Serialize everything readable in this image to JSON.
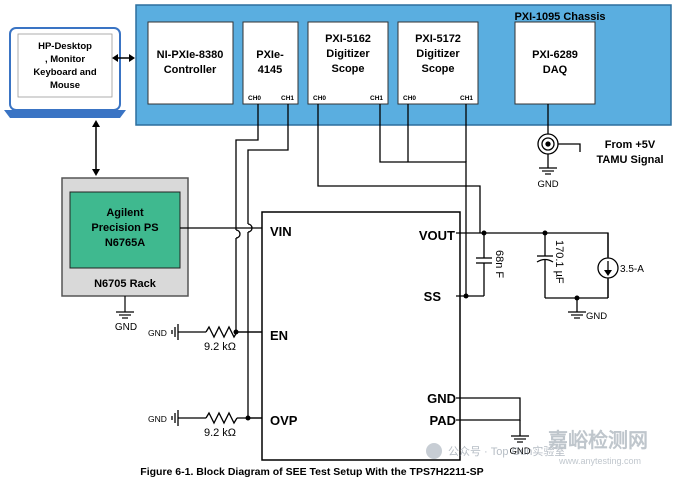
{
  "chassis": {
    "title": "PXI-1095 Chassis",
    "modules": [
      {
        "id": "controller",
        "lines": [
          "NI-PXIe-8380",
          "Controller"
        ],
        "channels": []
      },
      {
        "id": "pxie4145",
        "lines": [
          "PXIe-",
          "4145"
        ],
        "channels": [
          "CH0",
          "CH1"
        ]
      },
      {
        "id": "pxi5162",
        "lines": [
          "PXI-5162",
          "Digitizer",
          "Scope"
        ],
        "channels": [
          "CH0",
          "CH1"
        ]
      },
      {
        "id": "pxi5172",
        "lines": [
          "PXI-5172",
          "Digitizer",
          "Scope"
        ],
        "channels": [
          "CH0",
          "CH1"
        ]
      },
      {
        "id": "pxi6289",
        "lines": [
          "PXI-6289",
          "DAQ"
        ],
        "channels": []
      }
    ]
  },
  "laptop": {
    "lines": [
      "HP-Desktop",
      ", Monitor",
      "Keyboard and",
      "Mouse"
    ]
  },
  "rack": {
    "title": "N6705 Rack",
    "supply_lines": [
      "Agilent",
      "Precision PS",
      "N6765A"
    ]
  },
  "dut": {
    "pins_left": [
      "VIN",
      "EN",
      "OVP"
    ],
    "pins_right": [
      "VOUT",
      "SS",
      "GND",
      "PAD"
    ]
  },
  "components": {
    "cap_ss": "68n F",
    "cap_out": "170.1 µF",
    "load": "3.5-A",
    "res_en": "9.2 kΩ",
    "res_ovp": "9.2 kΩ"
  },
  "signal": {
    "lines": [
      "From +5V",
      "TAMU Signal"
    ]
  },
  "gnd_label": "GND",
  "caption": "Figure 6-1. Block Diagram of SEE Test Setup With the TPS7H2211-SP",
  "watermark": {
    "line1": "公众号 · Top Gun实验室",
    "line2": "嘉峪检测网",
    "url": "www.anytesting.com"
  },
  "colors": {
    "chassis": "#5aaee0",
    "supply": "#3fb98f",
    "rack": "#d9d9d9",
    "line": "#000000"
  }
}
